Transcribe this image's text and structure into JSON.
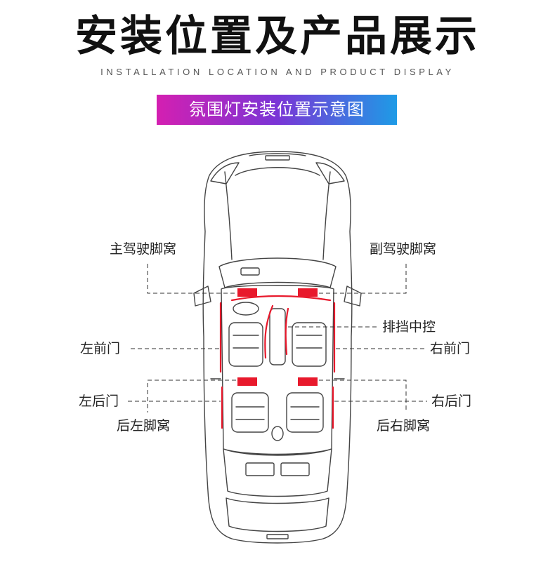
{
  "header": {
    "title": "安装位置及产品展示",
    "subtitle": "INSTALLATION LOCATION AND PRODUCT DISPLAY",
    "banner": "氛围灯安装位置示意图"
  },
  "labels": {
    "driver_footwell": "主驾驶脚窝",
    "passenger_footwell": "副驾驶脚窝",
    "center_console": "排挡中控",
    "left_front_door": "左前门",
    "right_front_door": "右前门",
    "left_rear_door": "左后门",
    "right_rear_door": "右后门",
    "rear_left_footwell": "后左脚窝",
    "rear_right_footwell": "后右脚窝"
  },
  "colors": {
    "accent_red": "#e8192c",
    "line": "#333333",
    "car_outline": "#444444",
    "banner_start": "#d41fb1",
    "banner_end": "#1e9be6"
  },
  "icons": {
    "car": "car-top-view-icon"
  }
}
